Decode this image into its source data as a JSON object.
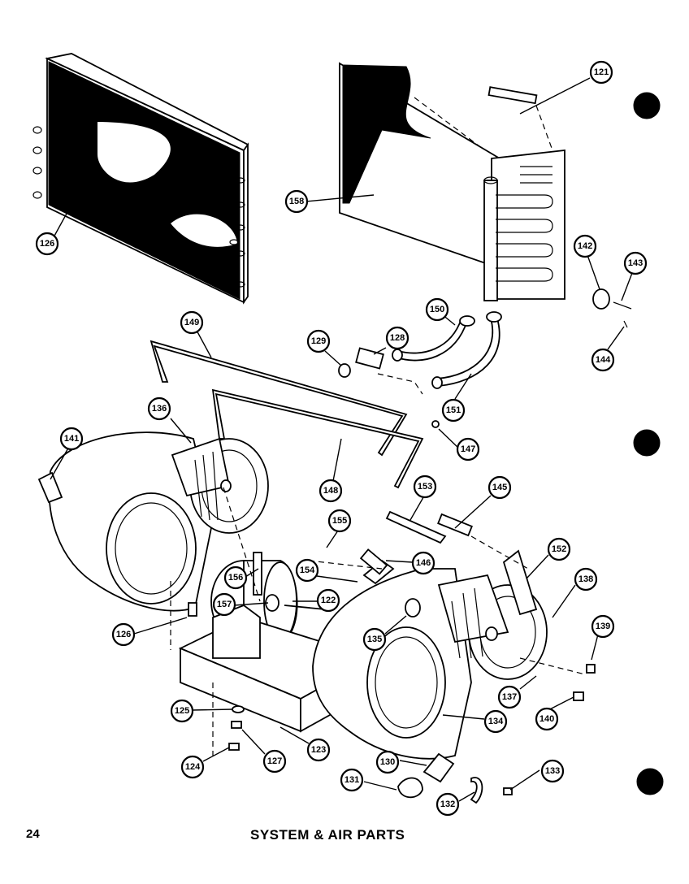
{
  "page_number": "24",
  "caption": "SYSTEM & AIR PARTS",
  "callouts": [
    {
      "label": "121"
    },
    {
      "label": "126"
    },
    {
      "label": "158"
    },
    {
      "label": "142"
    },
    {
      "label": "143"
    },
    {
      "label": "150"
    },
    {
      "label": "129"
    },
    {
      "label": "128"
    },
    {
      "label": "144"
    },
    {
      "label": "149"
    },
    {
      "label": "151"
    },
    {
      "label": "136"
    },
    {
      "label": "141"
    },
    {
      "label": "147"
    },
    {
      "label": "148"
    },
    {
      "label": "153"
    },
    {
      "label": "145"
    },
    {
      "label": "155"
    },
    {
      "label": "152"
    },
    {
      "label": "154"
    },
    {
      "label": "146"
    },
    {
      "label": "138"
    },
    {
      "label": "156"
    },
    {
      "label": "122"
    },
    {
      "label": "157"
    },
    {
      "label": "126"
    },
    {
      "label": "135"
    },
    {
      "label": "139"
    },
    {
      "label": "137"
    },
    {
      "label": "125"
    },
    {
      "label": "140"
    },
    {
      "label": "134"
    },
    {
      "label": "124"
    },
    {
      "label": "127"
    },
    {
      "label": "123"
    },
    {
      "label": "130"
    },
    {
      "label": "133"
    },
    {
      "label": "131"
    },
    {
      "label": "132"
    }
  ]
}
